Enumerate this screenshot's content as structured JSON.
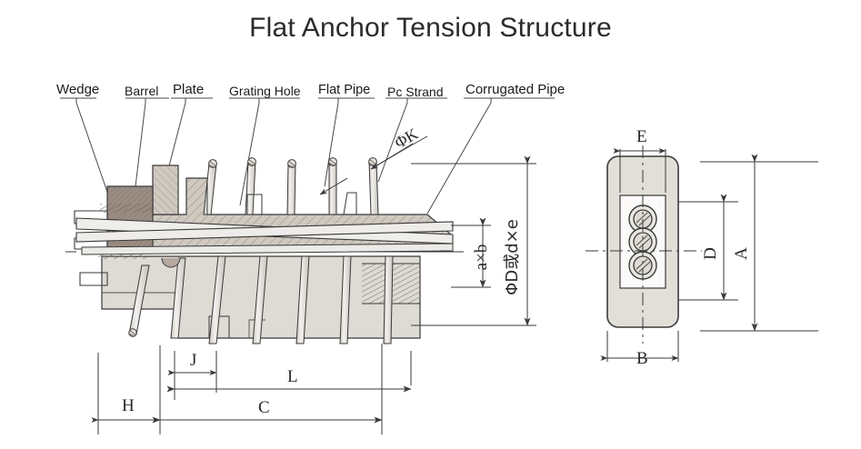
{
  "title": "Flat Anchor Tension Structure",
  "callouts": [
    {
      "id": "wedge",
      "label": "Wedge"
    },
    {
      "id": "barrel",
      "label": "Barrel"
    },
    {
      "id": "plate",
      "label": "Plate"
    },
    {
      "id": "grating-hole",
      "label": "Grating Hole"
    },
    {
      "id": "flat-pipe",
      "label": "Flat Pipe"
    },
    {
      "id": "pc-strand",
      "label": "Pc Strand"
    },
    {
      "id": "corrugated-pipe",
      "label": "Corrugated Pipe"
    }
  ],
  "dimensions": {
    "phi_k": "ΦK",
    "a_x_b": "a×b",
    "phi_d_or_d_x_e": "ΦD或d×e",
    "h": "H",
    "j": "J",
    "l": "L",
    "c": "C",
    "e": "E",
    "b": "B",
    "d": "D",
    "a": "A"
  },
  "views": {
    "section_view_name": "longitudinal-section-view",
    "end_view_name": "end-elevation-view",
    "end_view_hole_count": 3
  },
  "colors": {
    "line": "#3a3a3a",
    "wedge_fill": "#9b8d83",
    "barrel_fill": "#cfc9c0",
    "plate_fill": "#e2dfd9",
    "strand_fill": "#e9e7e2",
    "body_fill": "#dedbd4",
    "text": "#1b1b1b"
  }
}
